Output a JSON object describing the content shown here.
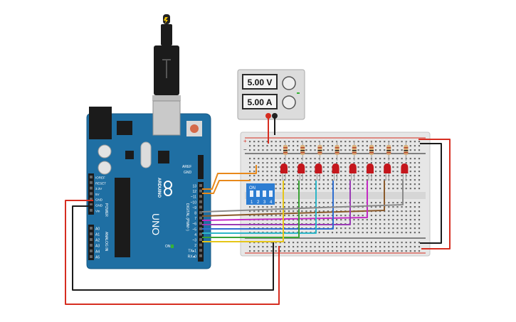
{
  "power_supply": {
    "voltage": "5.00 V",
    "current": "5.00 A"
  },
  "arduino": {
    "brand": "ARDUINO",
    "model": "UNO",
    "aref": "AREF",
    "gnd": "GND",
    "digital_label": "DIGITAL (PWM~)",
    "power_label": "POWER",
    "analog_label": "ANALOG IN",
    "on_label": "ON",
    "digital_pins": [
      "13",
      "12",
      "~11",
      "~10",
      "~9",
      "8",
      "7",
      "~6",
      "~5",
      "4",
      "~3",
      "2",
      "TX▸1",
      "RX◂0"
    ],
    "power_pins": [
      "IOREF",
      "RESET",
      "3.3V",
      "5V",
      "GND",
      "GND",
      "Vin"
    ],
    "analog_pins": [
      "A0",
      "A1",
      "A2",
      "A3",
      "A4",
      "A5"
    ]
  },
  "dip_switch": {
    "on_label": "ON",
    "positions": [
      "1",
      "2",
      "3",
      "4"
    ]
  },
  "breadboard": {
    "leds": 8,
    "resistors": 8,
    "rail_plus": "+",
    "rail_minus": "−"
  },
  "colors": {
    "board_blue": "#1f6fa3",
    "led_red": "#c4161c",
    "breadboard": "#e6e6e6",
    "wire_red": "#d62d20",
    "wire_black": "#1a1a1a",
    "wire_orange": "#e8891b",
    "wire_purple": "#9b3cb5",
    "wire_magenta": "#c42ac4",
    "wire_cyan": "#2db7c9",
    "wire_blue": "#2f6fd1",
    "wire_green": "#3aa335",
    "wire_yellow": "#e6c619",
    "wire_brown": "#8b5a2b",
    "wire_gray": "#8a8a8a"
  }
}
